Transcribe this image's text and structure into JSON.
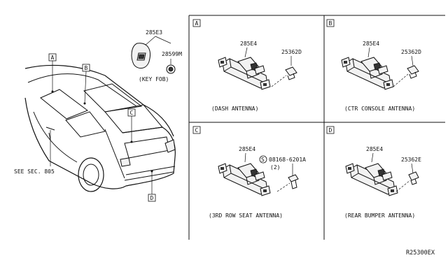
{
  "callouts": {
    "key_fob_part": "285E3",
    "key_fob_battery": "28599M",
    "key_fob_caption": "(KEY FOB)",
    "see_sec": "SEE SEC. 805",
    "vehicle_callouts": [
      "A",
      "B",
      "C",
      "D"
    ]
  },
  "panels": {
    "A": {
      "letter": "A",
      "part_left": "285E4",
      "part_right": "25362D",
      "caption": "(DASH ANTENNA)"
    },
    "B": {
      "letter": "B",
      "part_left": "285E4",
      "part_right": "25362D",
      "caption": "(CTR CONSOLE ANTENNA)"
    },
    "C": {
      "letter": "C",
      "part_left": "285E4",
      "bolt_prefix": "S",
      "part_right": "08168-6201A",
      "qty": "(2)",
      "caption": "(3RD ROW SEAT ANTENNA)"
    },
    "D": {
      "letter": "D",
      "part_left": "285E4",
      "part_right": "25362E",
      "caption": "(REAR BUMPER ANTENNA)"
    }
  },
  "diagram_code": "R25300EX"
}
